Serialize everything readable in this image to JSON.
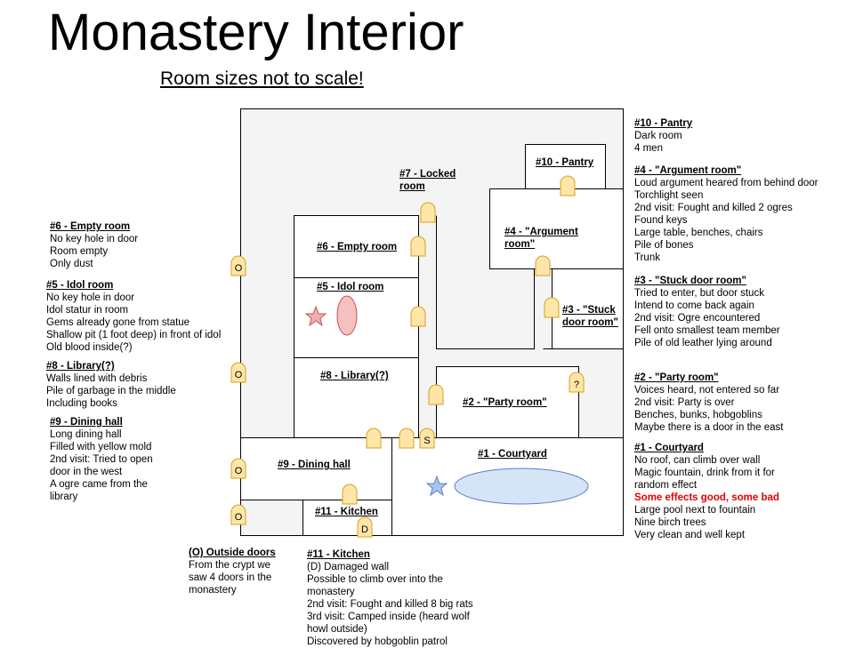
{
  "header": {
    "title": "Monastery Interior",
    "subtitle": "Room sizes not to scale!"
  },
  "colors": {
    "floor": "#f4f4f4",
    "door_fill": "#ffe6a8",
    "door_stroke": "#d4a020",
    "idol_fill": "#f5c0c0",
    "idol_stroke": "#c75050",
    "pool_fill": "#d6e4f8",
    "pool_stroke": "#5a80c0",
    "star_red": "#f0b0b0",
    "star_blue": "#a8c4f0",
    "warning": "#e60000"
  },
  "map": {
    "rooms": {
      "pantry": "#10 - Pantry",
      "locked_line1": "#7 - Locked",
      "locked_line2": "room",
      "argument_line1": "#4 - \"Argument",
      "argument_line2": "room\"",
      "empty": "#6 - Empty room",
      "idol": "#5 - Idol room",
      "stuck_line1": "#3 - \"Stuck",
      "stuck_line2": "door room\"",
      "library": "#8 - Library(?)",
      "party": "#2 - \"Party room\"",
      "courtyard": "#1 - Courtyard",
      "dining": "#9 - Dining hall",
      "kitchen": "#11 - Kitchen"
    },
    "markers": {
      "outside_door": "O",
      "secret": "S",
      "unknown": "?",
      "damaged": "D"
    }
  },
  "notes": {
    "pantry": {
      "heading": "#10 - Pantry",
      "lines": [
        "Dark room",
        "4 men"
      ]
    },
    "argument": {
      "heading": "#4 - \"Argument room\"",
      "lines": [
        "Loud argument heared from behind door",
        "Torchlight seen",
        "2nd visit: Fought and killed 2 ogres",
        "Found keys",
        "Large table, benches, chairs",
        "Pile of bones",
        "Trunk"
      ]
    },
    "stuck": {
      "heading": "#3 - \"Stuck door room\"",
      "lines": [
        "Tried to enter, but door stuck",
        "Intend to come back again",
        "2nd visit: Ogre encountered",
        "Fell onto smallest team member",
        "Pile of old leather lying around"
      ]
    },
    "party": {
      "heading": "#2 - \"Party room\"",
      "lines": [
        "Voices heard, not entered so far",
        "2nd visit: Party is over",
        "Benches, bunks, hobgoblins",
        "Maybe there is a door in the east"
      ]
    },
    "courtyard": {
      "heading": "#1 - Courtyard",
      "lines": [
        "No roof, can climb over wall",
        "Magic fountain, drink from it for",
        "random effect"
      ],
      "warning": "Some effects good, some bad",
      "lines_after": [
        "Large pool next to fountain",
        "Nine birch trees",
        "Very clean and well kept"
      ]
    },
    "empty": {
      "heading": "#6 - Empty room",
      "lines": [
        "No key hole in door",
        "Room empty",
        "Only dust"
      ]
    },
    "idol": {
      "heading": "#5 - Idol room",
      "lines": [
        "No key hole in door",
        "Idol statur in room",
        "Gems already gone from statue",
        "Shallow pit (1 foot deep) in front of idol",
        "Old blood inside(?)"
      ]
    },
    "library": {
      "heading": "#8 - Library(?)",
      "lines": [
        "Walls lined with debris",
        "Pile of garbage in the middle",
        "Including books"
      ]
    },
    "dining": {
      "heading": "#9 - Dining hall",
      "lines": [
        "Long dining hall",
        "Filled with yellow mold",
        "2nd visit: Tried to open",
        "door in the west",
        "A ogre came from the",
        "library"
      ]
    },
    "outside": {
      "heading": "(O) Outside doors",
      "lines": [
        "From the crypt we",
        "saw 4 doors in the",
        "monastery"
      ]
    },
    "kitchen": {
      "heading": "#11 - Kitchen",
      "lines": [
        "(D) Damaged wall",
        "Possible to climb over into the",
        "monastery",
        "2nd visit: Fought and killed 8 big rats",
        "3rd visit: Camped inside (heard wolf",
        "howl outside)",
        "Discovered by hobgoblin patrol"
      ]
    }
  }
}
